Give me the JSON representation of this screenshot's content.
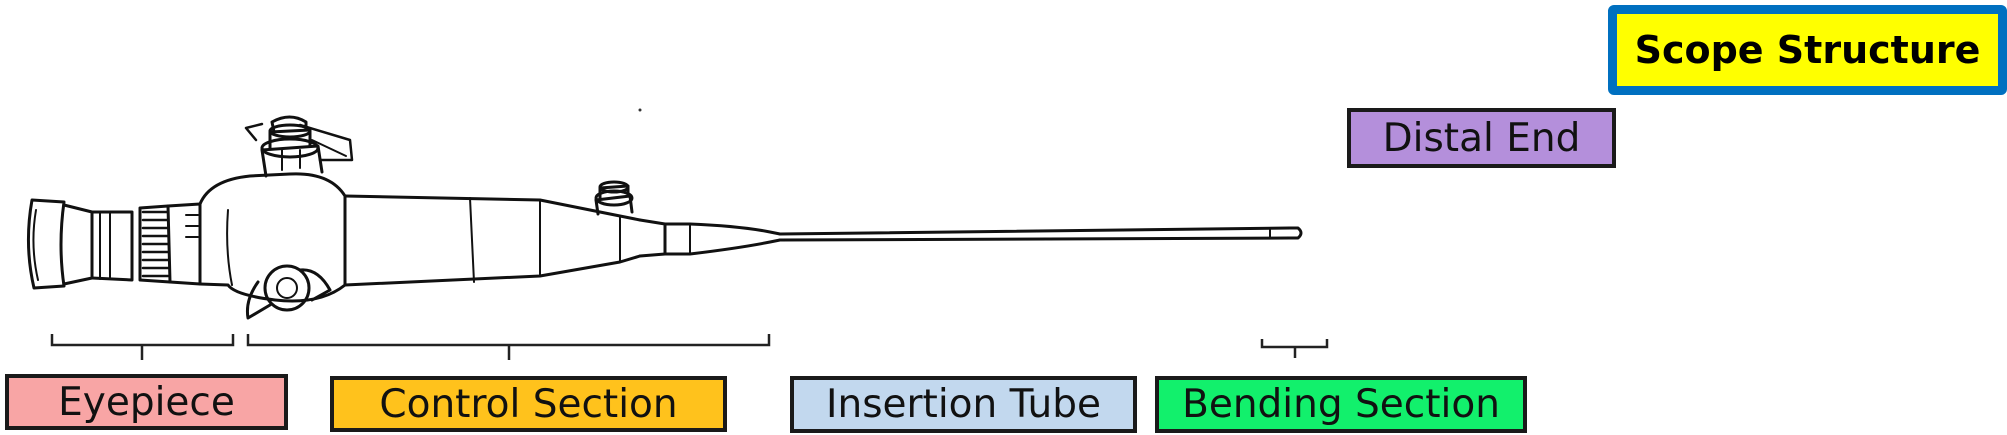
{
  "title": {
    "text": "Scope Structure",
    "fill": "#ffff00",
    "border": "#0070c0"
  },
  "labels": {
    "distal_end": {
      "text": "Distal End",
      "fill": "#b48fdb"
    },
    "eyepiece": {
      "text": "Eyepiece",
      "fill": "#f8a5a5"
    },
    "control_section": {
      "text": "Control Section",
      "fill": "#ffc21c"
    },
    "insertion_tube": {
      "text": "Insertion Tube",
      "fill": "#c2d8ee"
    },
    "bending_section": {
      "text": "Bending Section",
      "fill": "#12f06c"
    }
  }
}
